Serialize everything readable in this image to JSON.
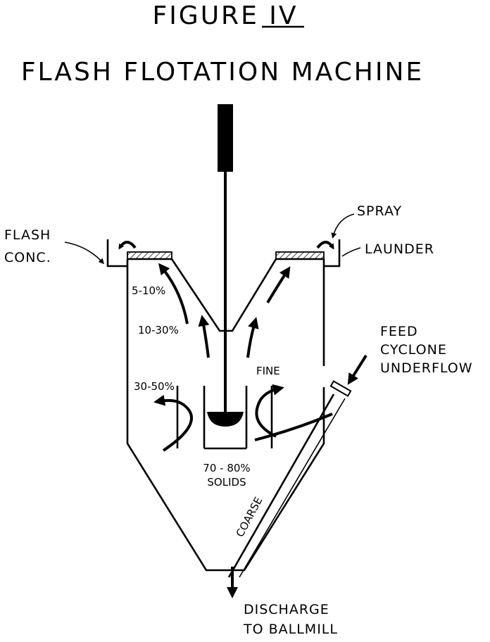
{
  "figure_label": "FIGURE IV",
  "title": "FLASH FLOTATION MACHINE",
  "labels": {
    "flash_conc_1": "FLASH",
    "flash_conc_2": "CONC.",
    "spray": "SPRAY",
    "launder": "LAUNDER",
    "feed_1": "FEED",
    "feed_2": "CYCLONE",
    "feed_3": "UNDERFLOW",
    "zone_top": "5-10%",
    "zone_mid": "10-30%",
    "zone_low": "30-50%",
    "fine": "FINE",
    "solids_1": "70 - 80%",
    "solids_2": "SOLIDS",
    "coarse": "COARSE",
    "discharge_1": "DISCHARGE",
    "discharge_2": "TO BALLMILL"
  }
}
